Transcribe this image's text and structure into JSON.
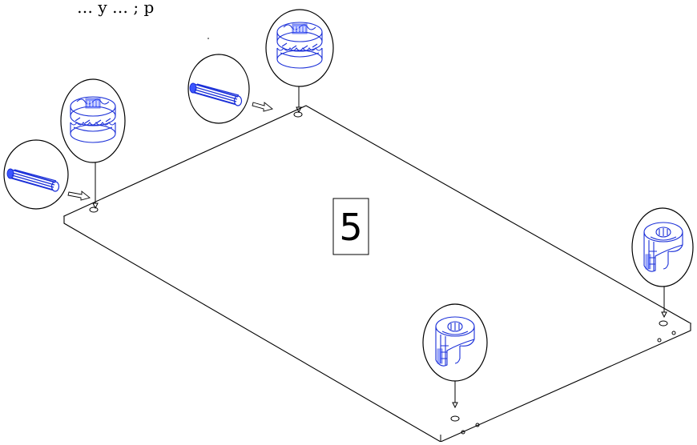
{
  "diagram": {
    "step_number": "5",
    "top_fragment": "… y … ; p",
    "colors": {
      "line": "#000000",
      "hardware": "#1a2fd8",
      "background": "#ffffff"
    },
    "callouts": [
      {
        "name": "dowel-left",
        "part": "dowel-icon"
      },
      {
        "name": "cam-lock-left",
        "part": "cam-lock-icon"
      },
      {
        "name": "dowel-top",
        "part": "dowel-icon"
      },
      {
        "name": "cam-lock-top",
        "part": "cam-lock-icon"
      },
      {
        "name": "cam-housing-right",
        "part": "cam-housing-icon"
      },
      {
        "name": "cam-housing-bottom",
        "part": "cam-housing-icon"
      }
    ]
  }
}
